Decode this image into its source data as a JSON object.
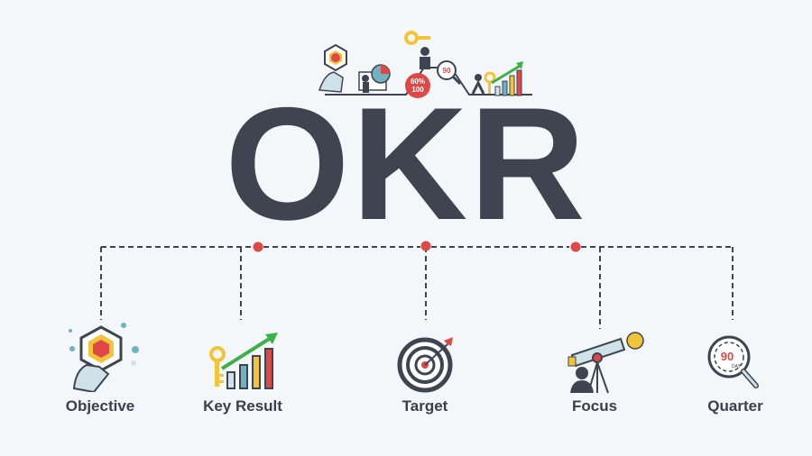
{
  "title": "OKR",
  "banner": {
    "badge_top": "60%",
    "badge_bottom": "100",
    "magnifier_text": "90"
  },
  "items": [
    {
      "label": "Objective",
      "icon": "hexagon-hand-icon"
    },
    {
      "label": "Key Result",
      "icon": "key-growth-chart-icon"
    },
    {
      "label": "Target",
      "icon": "target-dart-icon"
    },
    {
      "label": "Focus",
      "icon": "telescope-person-icon"
    },
    {
      "label": "Quarter",
      "icon": "magnifier-90-day-icon",
      "icon_text": "90",
      "icon_subtext": "DAY"
    }
  ],
  "colors": {
    "text": "#3e4550",
    "accent_red": "#e04848",
    "accent_yellow": "#f3c33a",
    "accent_green": "#3db04a",
    "accent_teal": "#6fb3bf",
    "connector_dot": "#e04848"
  }
}
